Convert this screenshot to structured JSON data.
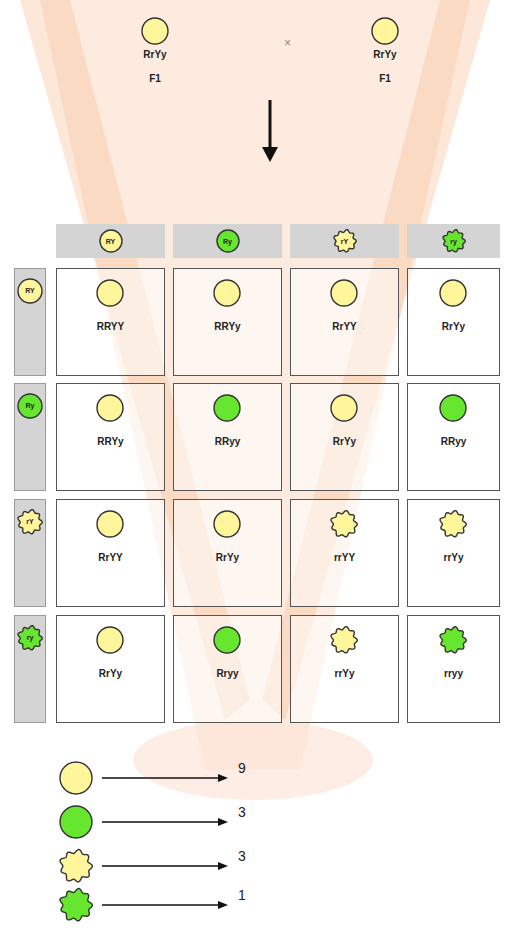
{
  "diagram": {
    "nodes": [
      {
        "text": [
          "RrYy",
          "F1"
        ]
      },
      {
        "text": [
          "RrYy",
          "F1"
        ]
      },
      {
        "text": [
          "RY"
        ]
      },
      {
        "text": [
          "Ry"
        ]
      },
      {
        "text": [
          "rY"
        ]
      },
      {
        "text": [
          "ry"
        ]
      },
      {
        "text": [
          "RY"
        ]
      },
      {
        "text": [
          "RRYY"
        ]
      },
      {
        "text": [
          "RRYy"
        ]
      },
      {
        "text": [
          "RrYY"
        ]
      },
      {
        "text": [
          "RrYy"
        ]
      },
      {
        "text": [
          "Ry"
        ]
      },
      {
        "text": [
          "RRYy"
        ]
      },
      {
        "text": [
          "RRyy"
        ]
      },
      {
        "text": [
          "RrYy"
        ]
      },
      {
        "text": [
          "RRyy"
        ]
      },
      {
        "text": [
          "rY"
        ]
      },
      {
        "text": [
          "RrYY"
        ]
      },
      {
        "text": [
          "RrYy"
        ]
      },
      {
        "text": [
          "rrYY"
        ]
      },
      {
        "text": [
          "rrYy"
        ]
      },
      {
        "text": [
          "ry"
        ]
      },
      {
        "text": [
          "RrYy"
        ]
      },
      {
        "text": [
          "Rryy"
        ]
      },
      {
        "text": [
          "rrYy"
        ]
      },
      {
        "text": [
          "rryy"
        ]
      }
    ],
    "labels": [
      "×"
    ],
    "legend": [
      {
        "text": "9"
      },
      {
        "text": "3"
      },
      {
        "text": "3"
      },
      {
        "text": "1"
      }
    ]
  }
}
